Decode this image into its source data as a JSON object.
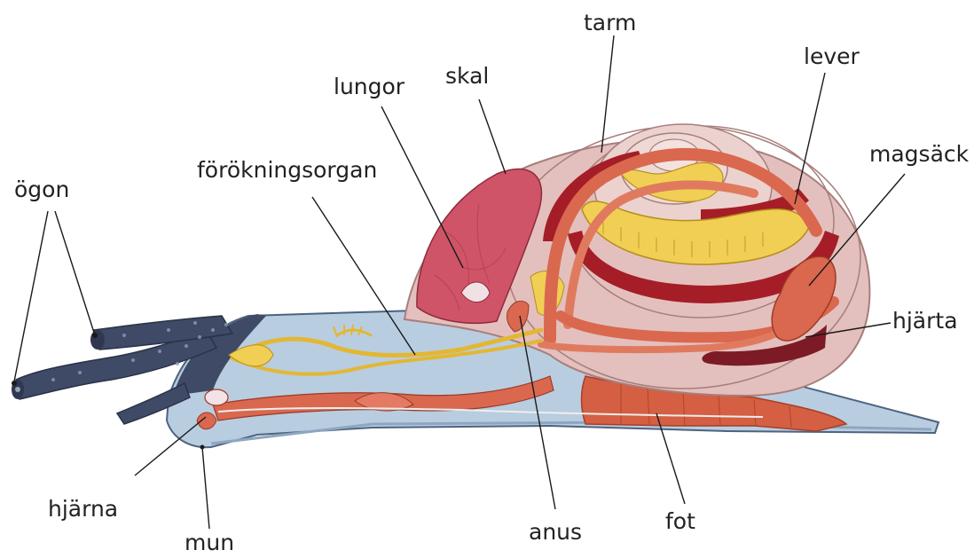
{
  "labels": {
    "ogon": "ögon",
    "forokningsorgan": "förökningsorgan",
    "lungor": "lungor",
    "skal": "skal",
    "tarm": "tarm",
    "lever": "lever",
    "magsack": "magsäck",
    "hjarta": "hjärta",
    "hjarna": "hjärna",
    "mun": "mun",
    "anus": "anus",
    "fot": "fot"
  },
  "colors": {
    "body_light": "#b9cde0",
    "head_dark": "#3e4a66",
    "shell_pink": "#e3c0bd",
    "lung": "#cf5468",
    "intestine": "#d9684f",
    "liver": "#a51d27",
    "yellow_organ": "#f1cf55",
    "foot_muscle": "#d45f43",
    "heart": "#7c1a26"
  }
}
